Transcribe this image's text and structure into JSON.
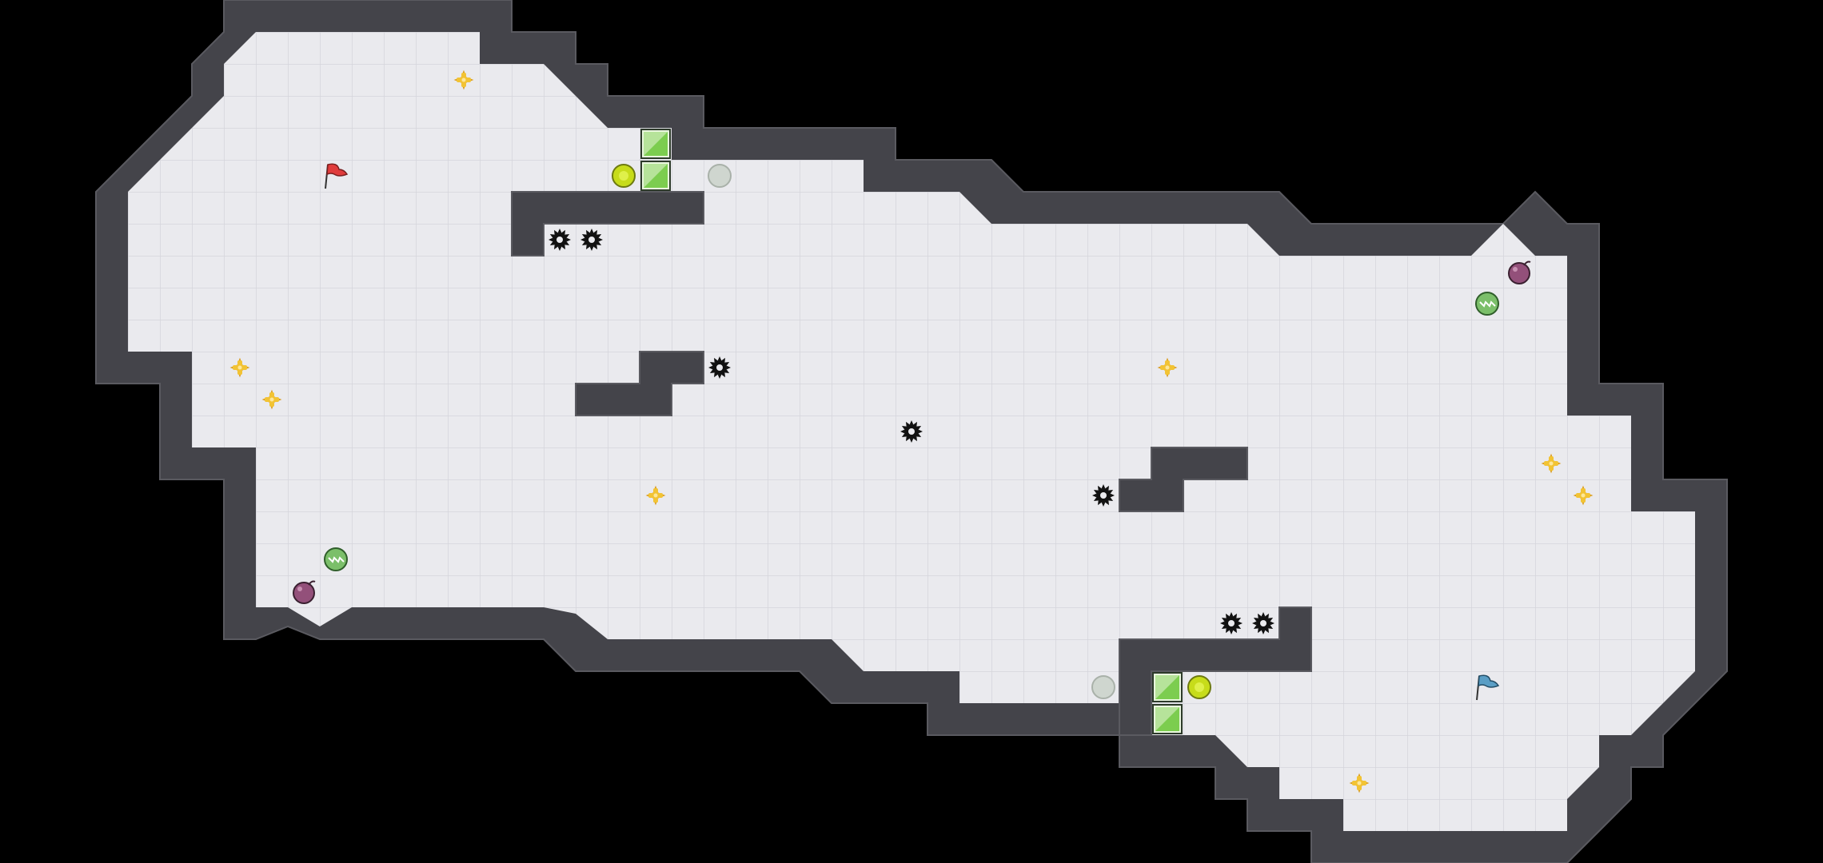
{
  "level": {
    "colors": {
      "background": "#000000",
      "floor": "#eaeaee",
      "grid": "#d5d5db",
      "wall": "#44444a",
      "wall_edge": "#5a5a60",
      "spike": "#111111",
      "coin": "#f2c334",
      "button": "#c7dc1a",
      "switch_off": "#cfd6cf",
      "crate": "#7ccd4f",
      "bomb": "#93507a",
      "speed_orb": "#7bbf6a",
      "flag_red": "#e03c3c",
      "flag_blue": "#5a9ec5"
    },
    "items": [
      {
        "name": "red-flag-icon",
        "kind": "flag_red",
        "col": 10,
        "row": 5
      },
      {
        "name": "blue-flag-icon",
        "kind": "flag_blue",
        "col": 46,
        "row": 21
      },
      {
        "name": "coin-icon",
        "kind": "coin",
        "col": 14,
        "row": 2
      },
      {
        "name": "coin-icon",
        "kind": "coin",
        "col": 7,
        "row": 11
      },
      {
        "name": "coin-icon",
        "kind": "coin",
        "col": 8,
        "row": 12
      },
      {
        "name": "coin-icon",
        "kind": "coin",
        "col": 20,
        "row": 15
      },
      {
        "name": "coin-icon",
        "kind": "coin",
        "col": 36,
        "row": 11
      },
      {
        "name": "coin-icon",
        "kind": "coin",
        "col": 48,
        "row": 14
      },
      {
        "name": "coin-icon",
        "kind": "coin",
        "col": 49,
        "row": 15
      },
      {
        "name": "coin-icon",
        "kind": "coin",
        "col": 42,
        "row": 24
      },
      {
        "name": "spike-mine-icon",
        "kind": "spike",
        "col": 17,
        "row": 7
      },
      {
        "name": "spike-mine-icon",
        "kind": "spike",
        "col": 18,
        "row": 7
      },
      {
        "name": "spike-mine-icon",
        "kind": "spike",
        "col": 22,
        "row": 11
      },
      {
        "name": "spike-mine-icon",
        "kind": "spike",
        "col": 28,
        "row": 13
      },
      {
        "name": "spike-mine-icon",
        "kind": "spike",
        "col": 34,
        "row": 15
      },
      {
        "name": "spike-mine-icon",
        "kind": "spike",
        "col": 38,
        "row": 19
      },
      {
        "name": "spike-mine-icon",
        "kind": "spike",
        "col": 39,
        "row": 19
      },
      {
        "name": "pressure-button-icon",
        "kind": "button",
        "col": 19,
        "row": 5
      },
      {
        "name": "pressure-button-icon",
        "kind": "button",
        "col": 37,
        "row": 21
      },
      {
        "name": "inactive-switch-icon",
        "kind": "switch_off",
        "col": 22,
        "row": 5
      },
      {
        "name": "inactive-switch-icon",
        "kind": "switch_off",
        "col": 34,
        "row": 21
      },
      {
        "name": "green-crate-icon",
        "kind": "crate",
        "col": 20,
        "row": 4
      },
      {
        "name": "green-crate-icon",
        "kind": "crate",
        "col": 20,
        "row": 5
      },
      {
        "name": "green-crate-icon",
        "kind": "crate",
        "col": 36,
        "row": 21
      },
      {
        "name": "green-crate-icon",
        "kind": "crate",
        "col": 36,
        "row": 22
      },
      {
        "name": "bomb-icon",
        "kind": "bomb",
        "col": 47,
        "row": 8
      },
      {
        "name": "bomb-icon",
        "kind": "bomb",
        "col": 9,
        "row": 18
      },
      {
        "name": "speed-orb-icon",
        "kind": "speed_orb",
        "col": 46,
        "row": 9
      },
      {
        "name": "speed-orb-icon",
        "kind": "speed_orb",
        "col": 10,
        "row": 17
      }
    ]
  }
}
